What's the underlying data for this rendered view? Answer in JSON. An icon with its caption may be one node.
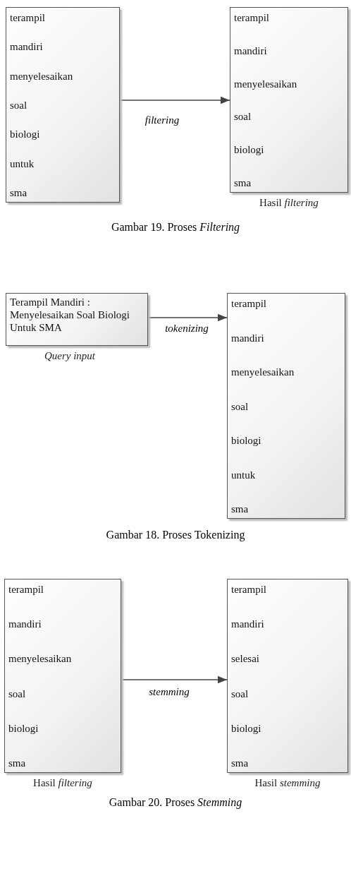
{
  "diagram": {
    "nodes": [
      {
        "text": [
          "terampil",
          "mandiri",
          "menyelesaikan",
          "soal",
          "biologi",
          "untuk",
          "sma"
        ]
      },
      {
        "text": [
          "terampil",
          "mandiri",
          "menyelesaikan",
          "soal",
          "biologi",
          "sma"
        ],
        "beside": [
          "Hasil *filtering*"
        ]
      },
      {
        "text": [
          "Terampil Mandiri : Menyelesaikan Soal Biologi Untuk SMA"
        ],
        "beside": [
          "Query input"
        ]
      },
      {
        "text": [
          "terampil",
          "mandiri",
          "menyelesaikan",
          "soal",
          "biologi",
          "untuk",
          "sma"
        ]
      },
      {
        "text": [
          "terampil",
          "mandiri",
          "menyelesaikan",
          "soal",
          "biologi",
          "sma"
        ],
        "beside": [
          "Hasil *filtering*"
        ]
      },
      {
        "text": [
          "terampil",
          "mandiri",
          "selesai",
          "soal",
          "biologi",
          "sma"
        ],
        "beside": [
          "Hasil *stemming*"
        ]
      }
    ],
    "edges": [
      {
        "from": 0,
        "to": 1,
        "arrow": "to",
        "label": "filtering"
      },
      {
        "from": 2,
        "to": 3,
        "arrow": "to",
        "label": "tokenizing"
      },
      {
        "from": 4,
        "to": 5,
        "arrow": "to",
        "label": "stemming"
      }
    ],
    "labels": [
      "Gambar 19. Proses *Filtering*",
      "Gambar 18. Proses Tokenizing",
      "Gambar 20. Proses *Stemming*"
    ]
  }
}
